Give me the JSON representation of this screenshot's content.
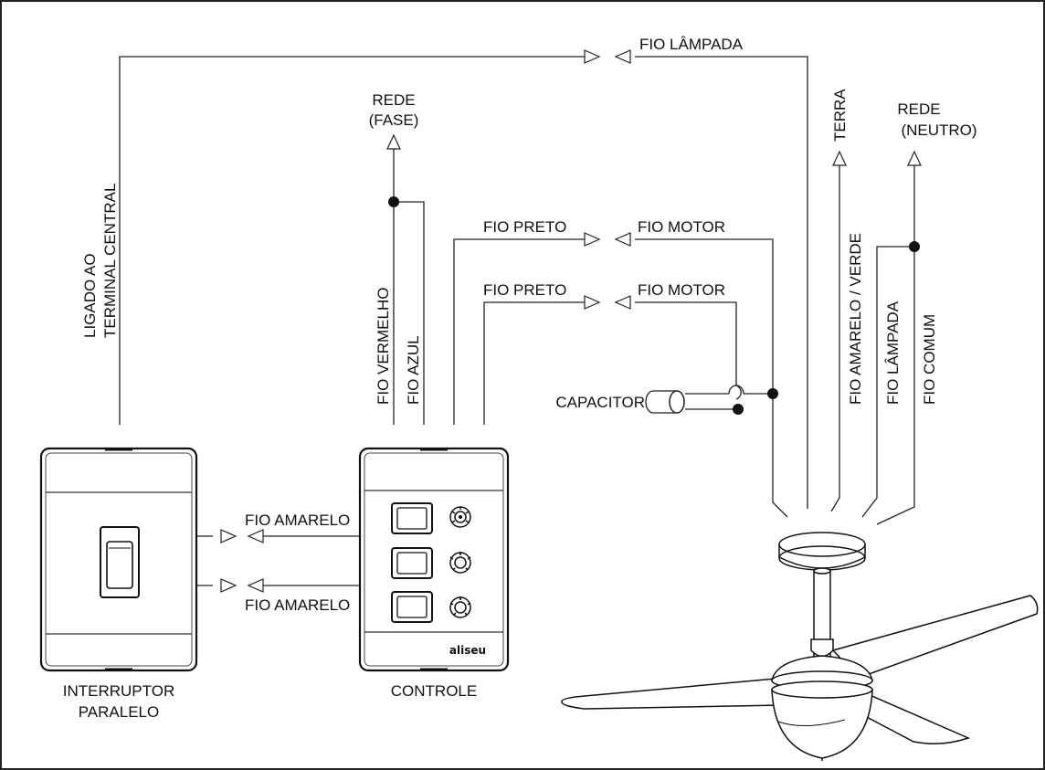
{
  "labels": {
    "fio_lampada_top": "FIO LÂMPADA",
    "rede_fase_1": "REDE",
    "rede_fase_2": "(FASE)",
    "terra": "TERRA",
    "rede_neutro_1": "REDE",
    "rede_neutro_2": "(NEUTRO)",
    "ligado_1": "LIGADO AO",
    "ligado_2": "TERMINAL CENTRAL",
    "fio_preto_1": "FIO PRETO",
    "fio_motor_1": "FIO MOTOR",
    "fio_preto_2": "FIO PRETO",
    "fio_motor_2": "FIO MOTOR",
    "fio_vermelho": "FIO VERMELHO",
    "fio_azul": "FIO AZUL",
    "fio_amarelo_verde": "FIO AMARELO / VERDE",
    "fio_lampada_vert": "FIO LÂMPADA",
    "fio_comum": "FIO COMUM",
    "capacitor": "CAPACITOR",
    "fio_amarelo_1": "FIO AMARELO",
    "fio_amarelo_2": "FIO AMARELO",
    "interruptor_1": "INTERRUPTOR",
    "interruptor_2": "PARALELO",
    "controle": "CONTROLE",
    "brand": "aliseu"
  }
}
